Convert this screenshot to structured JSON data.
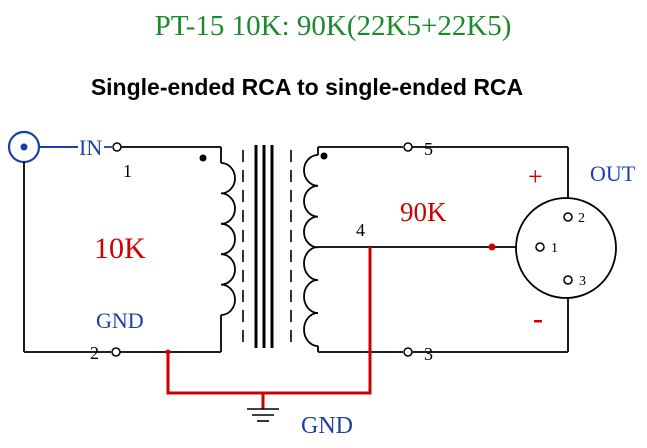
{
  "title": "PT-15 10K: 90K(22K5+22K5)",
  "subtitle": "Single-ended RCA to single-ended RCA",
  "labels": {
    "in": "IN",
    "out": "OUT",
    "gnd_left": "GND",
    "gnd_bottom": "GND",
    "primary_impedance": "10K",
    "secondary_impedance": "90K",
    "plus": "+",
    "minus": "-"
  },
  "pins": {
    "p1": "1",
    "p2": "2",
    "p3": "3",
    "p4": "4",
    "p5": "5",
    "xlr1": "1",
    "xlr2": "2",
    "xlr3": "3"
  },
  "colors": {
    "title": "#1a8a2a",
    "wire": "#000000",
    "ground_wire": "#cc0000",
    "impedance_label": "#cc0000",
    "pin_label_blue": "#1a3fa8",
    "rca_jack": "#1a3fa8"
  },
  "icons": {
    "rca_jack": "rca-jack-icon",
    "xlr_connector": "xlr-connector-icon",
    "ground": "ground-symbol-icon",
    "transformer_core": "transformer-core-icon"
  }
}
